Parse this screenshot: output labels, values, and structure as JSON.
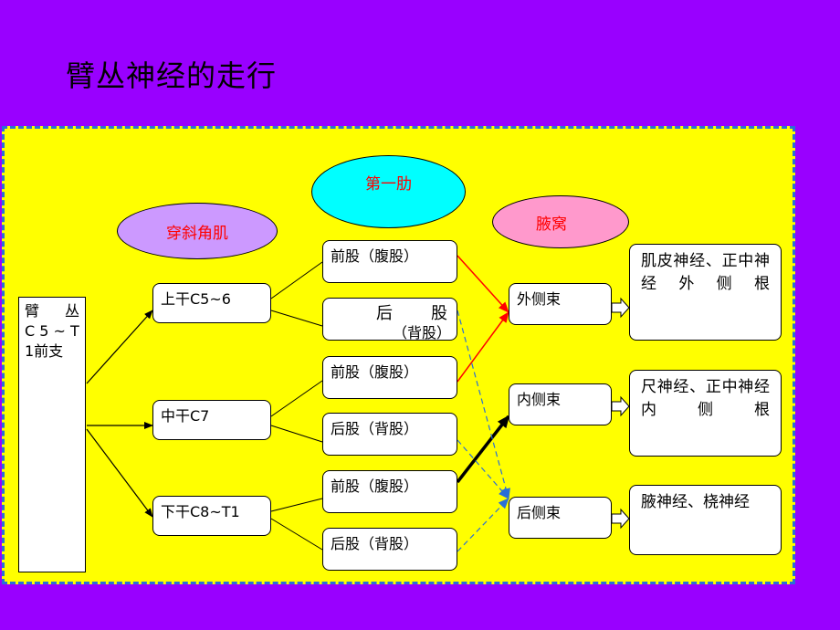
{
  "title": "臂丛神经的走行",
  "colors": {
    "background": "#9900ff",
    "panel": "#ffff00",
    "panel_border": "#2a6fd6",
    "ellipse_scalene": "#cc99ff",
    "ellipse_rib": "#00ffff",
    "ellipse_axilla": "#ff99cc",
    "label_red": "#ff0000"
  },
  "landmarks": {
    "scalene": "穿斜角肌",
    "first_rib": "第一肋",
    "axilla": "腋窝"
  },
  "root": {
    "line1a": "臂",
    "line1b": "丛",
    "line2": "C 5 ~ T",
    "line3": "1前支"
  },
  "trunks": {
    "upper": "上干C5~6",
    "middle": "中干C7",
    "lower": "下干C8~T1"
  },
  "divisions": {
    "upper_anterior": "前股（腹股）",
    "upper_posterior_a": "后",
    "upper_posterior_b": "股",
    "upper_posterior_c": "（背股）",
    "middle_anterior": "前股（腹股）",
    "middle_posterior": "后股（背股）",
    "lower_anterior": "前股（腹股）",
    "lower_posterior": "后股（背股）"
  },
  "cords": {
    "lateral": "外侧束",
    "medial": "内侧束",
    "posterior": "后侧束"
  },
  "branches": {
    "lateral": "肌皮神经、正中神经外侧根",
    "medial": "尺神经、正中神经内侧根",
    "posterior": "腋神经、桡神经"
  }
}
